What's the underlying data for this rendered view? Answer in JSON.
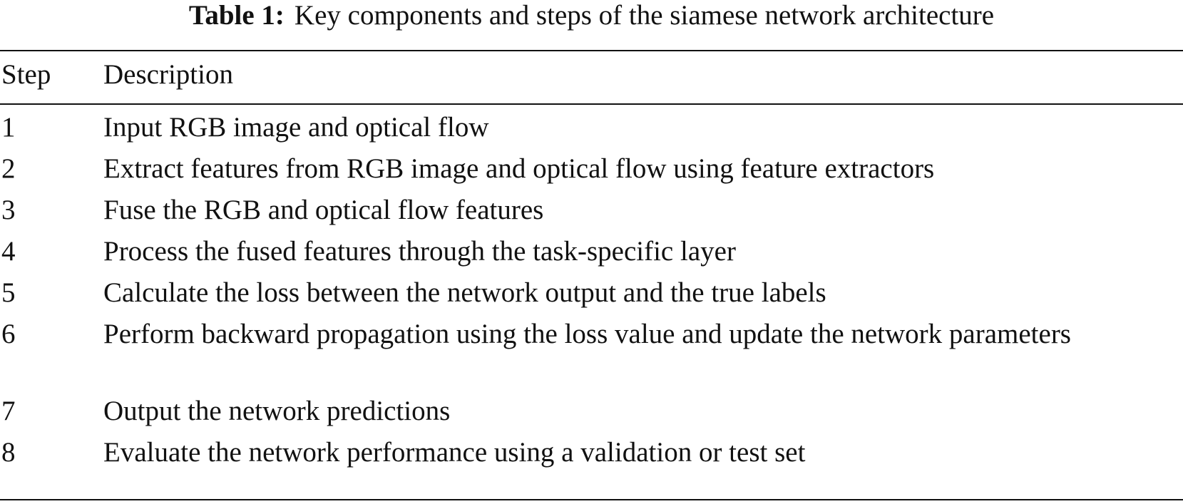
{
  "caption": {
    "label": "Table 1:",
    "text": "Key components and steps of the siamese network architecture"
  },
  "table": {
    "headers": {
      "step": "Step",
      "description": "Description"
    },
    "rows": [
      {
        "step": "1",
        "description": "Input RGB image and optical flow"
      },
      {
        "step": "2",
        "description": "Extract features from RGB image and optical flow using feature extractors"
      },
      {
        "step": "3",
        "description": "Fuse the RGB and optical flow features"
      },
      {
        "step": "4",
        "description": "Process the fused features through the task-specific layer"
      },
      {
        "step": "5",
        "description": "Calculate the loss between the network output and the true labels"
      },
      {
        "step": "6",
        "description": "Perform backward propagation using the loss value and update the network parameters"
      },
      {
        "step": "7",
        "description": "Output the network predictions"
      },
      {
        "step": "8",
        "description": "Evaluate the network performance using a validation or test set"
      }
    ]
  }
}
